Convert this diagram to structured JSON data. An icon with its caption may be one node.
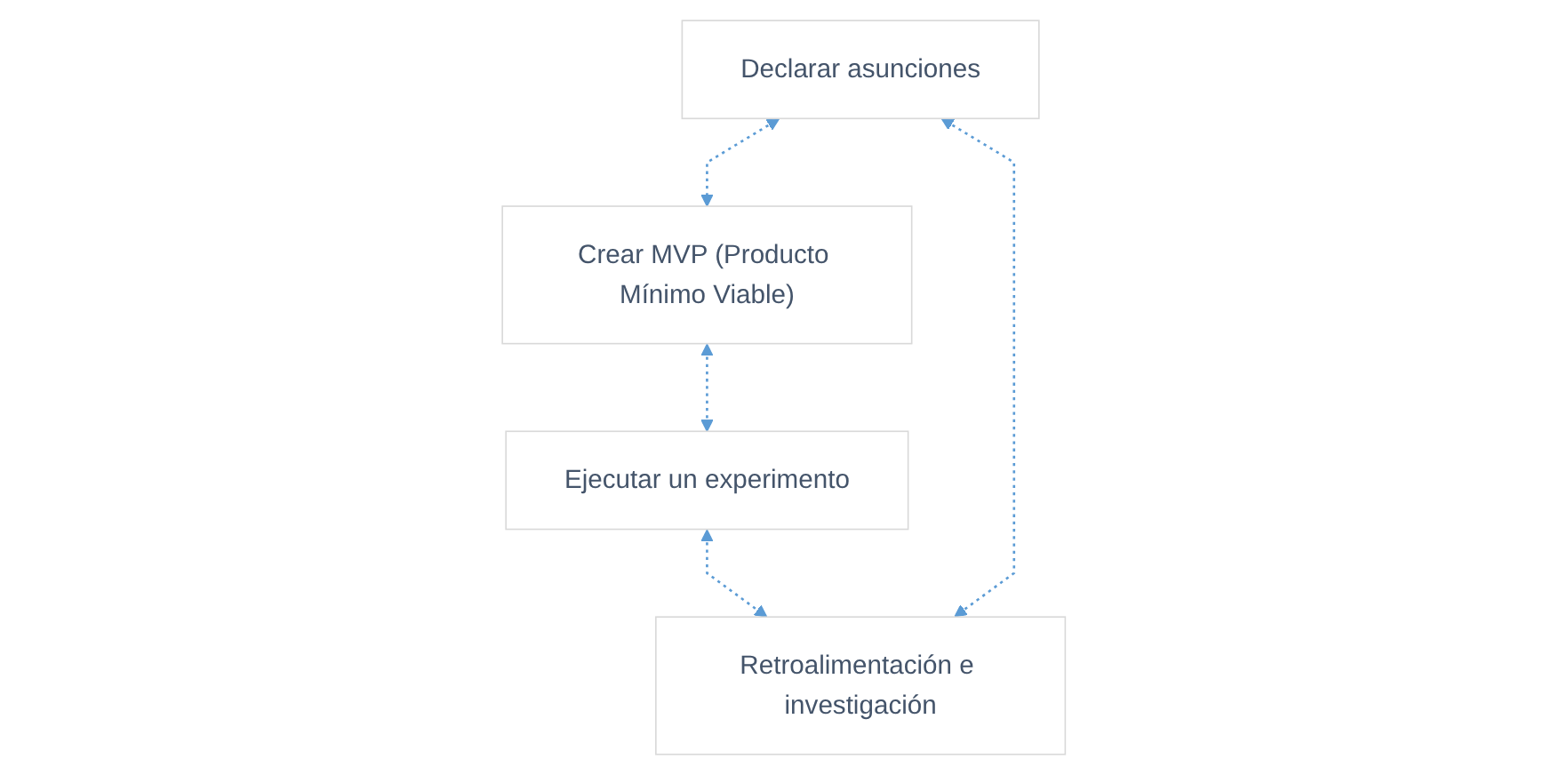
{
  "diagram": {
    "nodes": [
      {
        "text": [
          "Declarar asunciones"
        ]
      },
      {
        "text": [
          "Retroalimentación e investigación"
        ]
      },
      {
        "text": [
          "Crear MVP (Producto Mínimo Viable)"
        ]
      },
      {
        "text": [
          "Ejecutar un experimento"
        ]
      }
    ],
    "edges": [
      {
        "from": 1,
        "to": 0,
        "arrow": "both",
        "style": "dashed"
      },
      {
        "from": 0,
        "to": 2,
        "arrow": "both",
        "style": "dashed"
      },
      {
        "from": 2,
        "to": 3,
        "arrow": "both",
        "style": "dashed"
      },
      {
        "from": 3,
        "to": 1,
        "arrow": "both",
        "style": "dashed"
      }
    ]
  }
}
